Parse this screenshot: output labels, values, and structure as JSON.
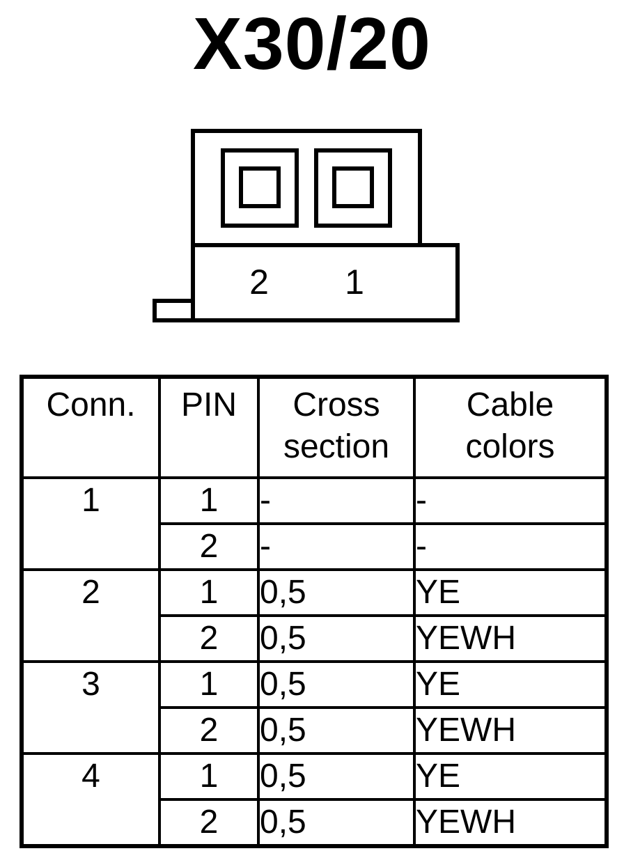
{
  "title": "X30/20",
  "connector": {
    "pin_labels": [
      "2",
      "1"
    ]
  },
  "table": {
    "headers": {
      "conn": "Conn.",
      "pin": "PIN",
      "cross_section": [
        "Cross",
        "section"
      ],
      "cable_colors": [
        "Cable",
        "colors"
      ]
    },
    "groups": [
      {
        "conn": "1",
        "rows": [
          {
            "pin": "1",
            "cross": "-",
            "color": "-"
          },
          {
            "pin": "2",
            "cross": "-",
            "color": "-"
          }
        ]
      },
      {
        "conn": "2",
        "rows": [
          {
            "pin": "1",
            "cross": "0,5",
            "color": "YE"
          },
          {
            "pin": "2",
            "cross": "0,5",
            "color": "YEWH"
          }
        ]
      },
      {
        "conn": "3",
        "rows": [
          {
            "pin": "1",
            "cross": "0,5",
            "color": "YE"
          },
          {
            "pin": "2",
            "cross": "0,5",
            "color": "YEWH"
          }
        ]
      },
      {
        "conn": "4",
        "rows": [
          {
            "pin": "1",
            "cross": "0,5",
            "color": "YE"
          },
          {
            "pin": "2",
            "cross": "0,5",
            "color": "YEWH"
          }
        ]
      }
    ]
  }
}
